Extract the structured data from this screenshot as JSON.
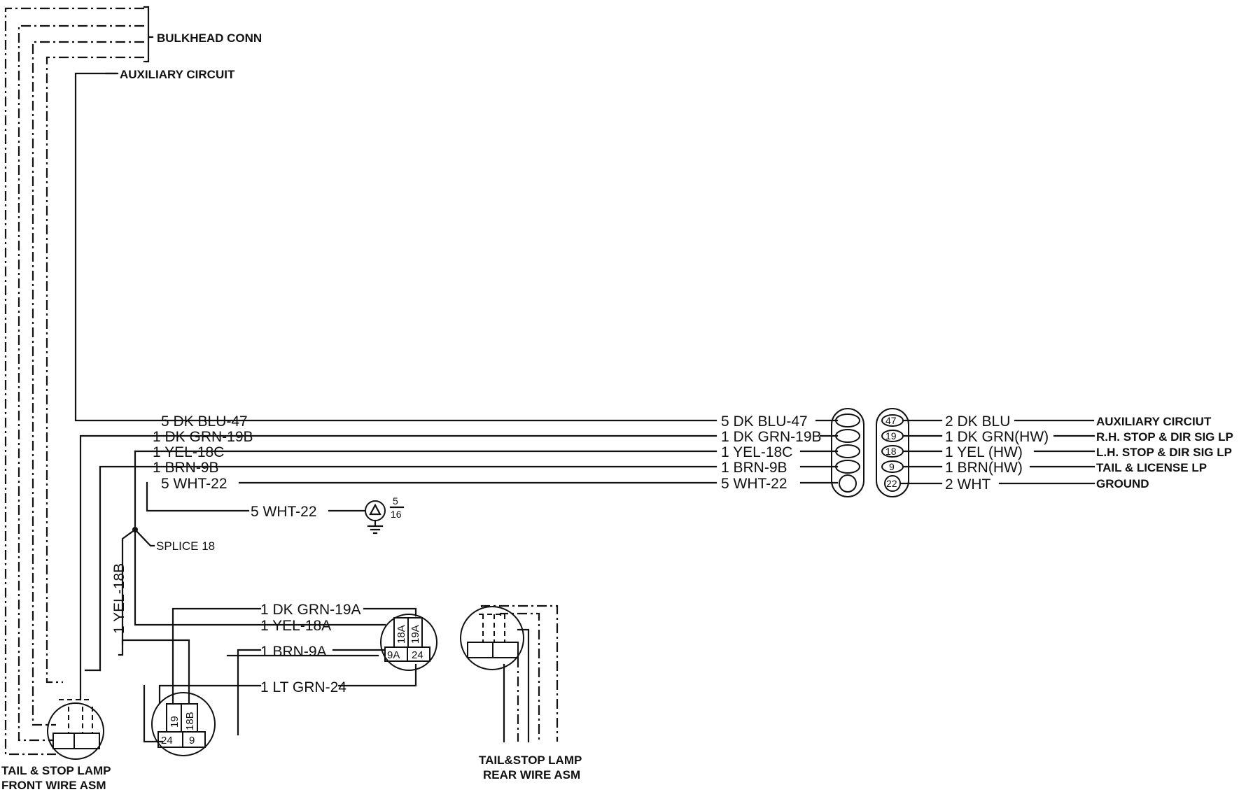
{
  "labels": {
    "bulkhead_conn": "BULKHEAD CONN",
    "auxiliary_circuit_top": "AUXILIARY CIRCUIT",
    "splice": "SPLICE 18",
    "ground_wire": "5 WHT-22",
    "fraction_num": "5",
    "fraction_den": "16",
    "vertical_wire": "1 YEL-18B",
    "front_asm_line1": "TAIL & STOP LAMP",
    "front_asm_line2": "FRONT WIRE ASM",
    "rear_asm_line1": "TAIL&STOP LAMP",
    "rear_asm_line2": "REAR WIRE ASM"
  },
  "main_harness": {
    "left_wires": [
      "5 DK BLU-47",
      "1 DK GRN-19B",
      "1 YEL-18C",
      "1 BRN-9B",
      "5 WHT-22"
    ],
    "right_wires": [
      "5 DK BLU-47",
      "1 DK GRN-19B",
      "1 YEL-18C",
      "1 BRN-9B",
      "5 WHT-22"
    ]
  },
  "connector_pins": [
    "47",
    "19",
    "18",
    "9",
    "22"
  ],
  "outgoing": [
    {
      "wire": "2 DK BLU",
      "dest": "AUXILIARY CIRCIUT"
    },
    {
      "wire": "1 DK GRN(HW)",
      "dest": "R.H. STOP & DIR SIG LP"
    },
    {
      "wire": "1 YEL (HW)",
      "dest": "L.H. STOP & DIR SIG LP"
    },
    {
      "wire": "1 BRN(HW)",
      "dest": "TAIL & LICENSE LP"
    },
    {
      "wire": "2 WHT",
      "dest": "GROUND"
    }
  ],
  "lower_wires": [
    "1 DK GRN-19A",
    "1 YEL-18A",
    "1 BRN-9A",
    "1 LT GRN-24"
  ],
  "lamp_connector_pins": {
    "socket_a": [
      "18A",
      "19A",
      "9A",
      "24"
    ],
    "socket_b": [
      "19",
      "18B",
      "24",
      "9"
    ]
  }
}
